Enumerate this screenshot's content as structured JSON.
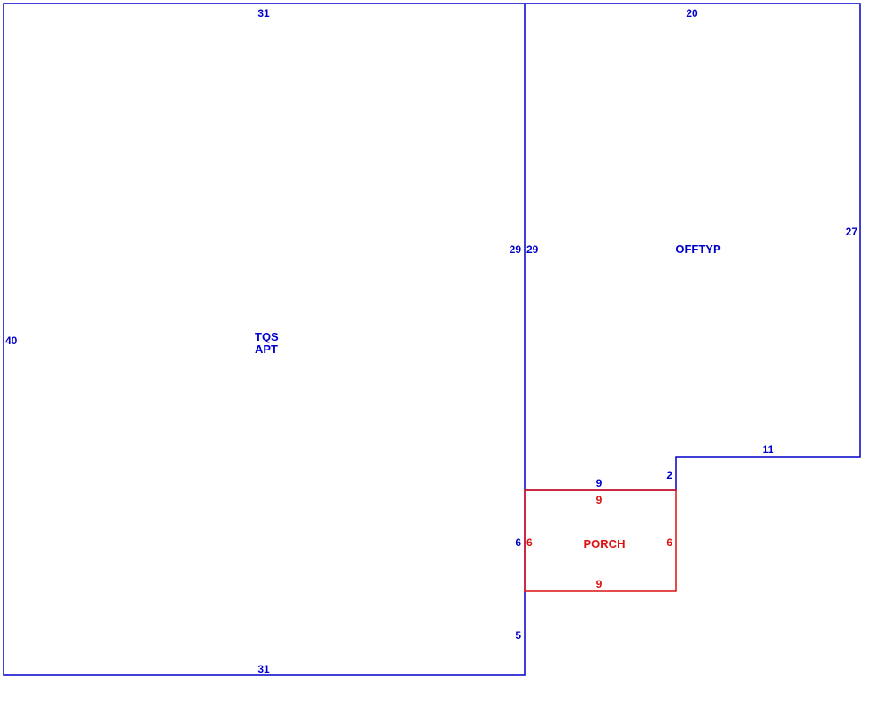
{
  "colors": {
    "structure": "#0000cc",
    "porch": "#dd1111"
  },
  "rooms": {
    "apartment": {
      "label_line1": "TQS",
      "label_line2": "APT",
      "dims": {
        "top": "31",
        "left": "40",
        "right": "29",
        "right_lower_a": "6",
        "right_lower_b": "5",
        "bottom": "31"
      }
    },
    "office": {
      "label": "OFFTYP",
      "dims": {
        "top": "20",
        "left": "29",
        "right": "27",
        "step_top": "11",
        "step_side": "2",
        "bottom": "9"
      }
    },
    "porch": {
      "label": "PORCH",
      "dims": {
        "top": "9",
        "left": "6",
        "right": "6",
        "bottom": "9"
      }
    }
  }
}
